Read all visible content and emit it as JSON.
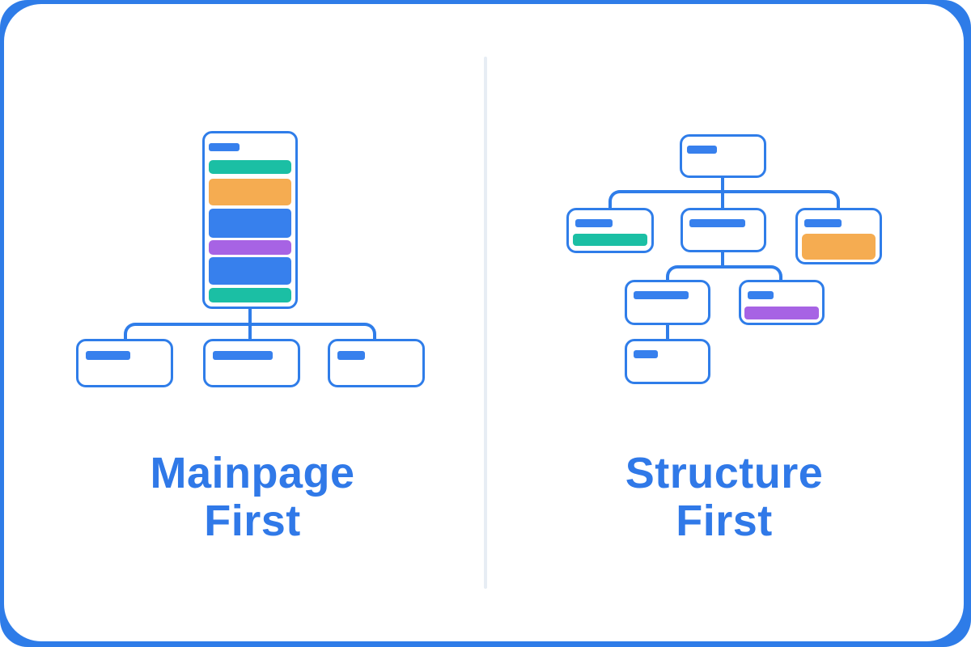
{
  "colors": {
    "frame": "#2E7CE8",
    "canvas": "#FFFFFF",
    "stroke": "#2F7DE9",
    "blue": "#3780ED",
    "teal": "#1BBFA4",
    "orange": "#F5AC51",
    "purple": "#A763E4",
    "divider": "#E7EDF4",
    "title": "#3079E8"
  },
  "left_panel": {
    "title_line1": "Mainpage",
    "title_line2": "First",
    "main_card_bars": [
      "blue-title",
      "teal",
      "orange",
      "blue",
      "purple",
      "blue",
      "teal"
    ],
    "child_page_count": 3
  },
  "right_panel": {
    "title_line1": "Structure",
    "title_line2": "First",
    "tree_levels": {
      "level1": [
        "root-page"
      ],
      "level2": [
        "page-with-teal-block",
        "page",
        "page-with-orange-block"
      ],
      "level3": [
        "page",
        "page-with-purple-block"
      ],
      "level4": [
        "page"
      ]
    }
  }
}
